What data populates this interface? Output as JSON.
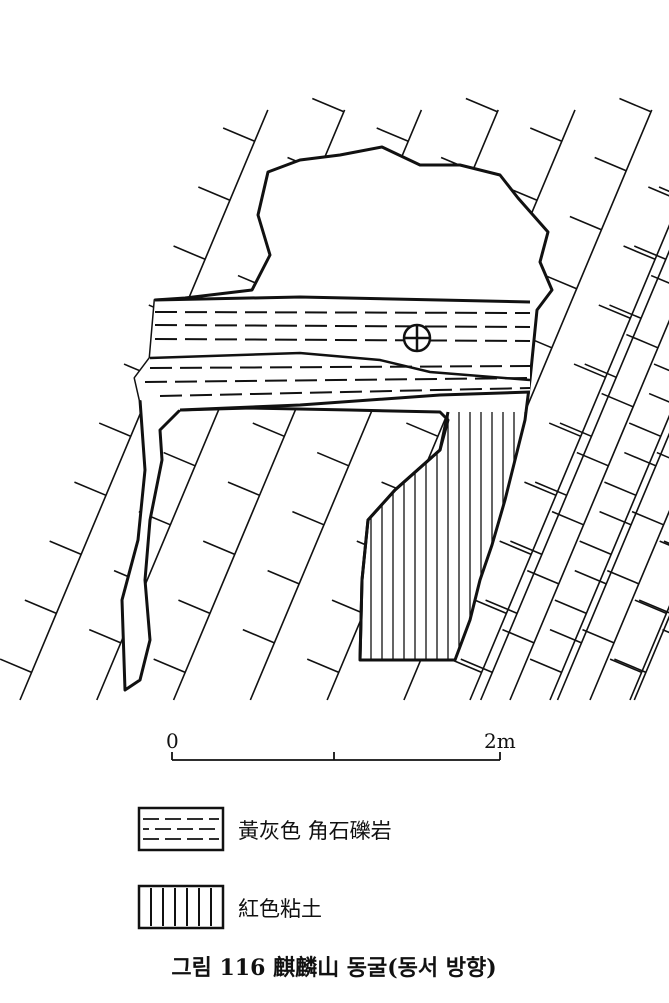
{
  "scale_bar": {
    "start_label": "0",
    "end_label": "2m"
  },
  "legend": {
    "items": [
      {
        "pattern": "horizontal-dashed-lines",
        "label": "黃灰色 角石礫岩"
      },
      {
        "pattern": "vertical-lines",
        "label": "紅色粘土"
      }
    ]
  },
  "caption": "그림 116 麒麟山 동굴(동서 방향)"
}
